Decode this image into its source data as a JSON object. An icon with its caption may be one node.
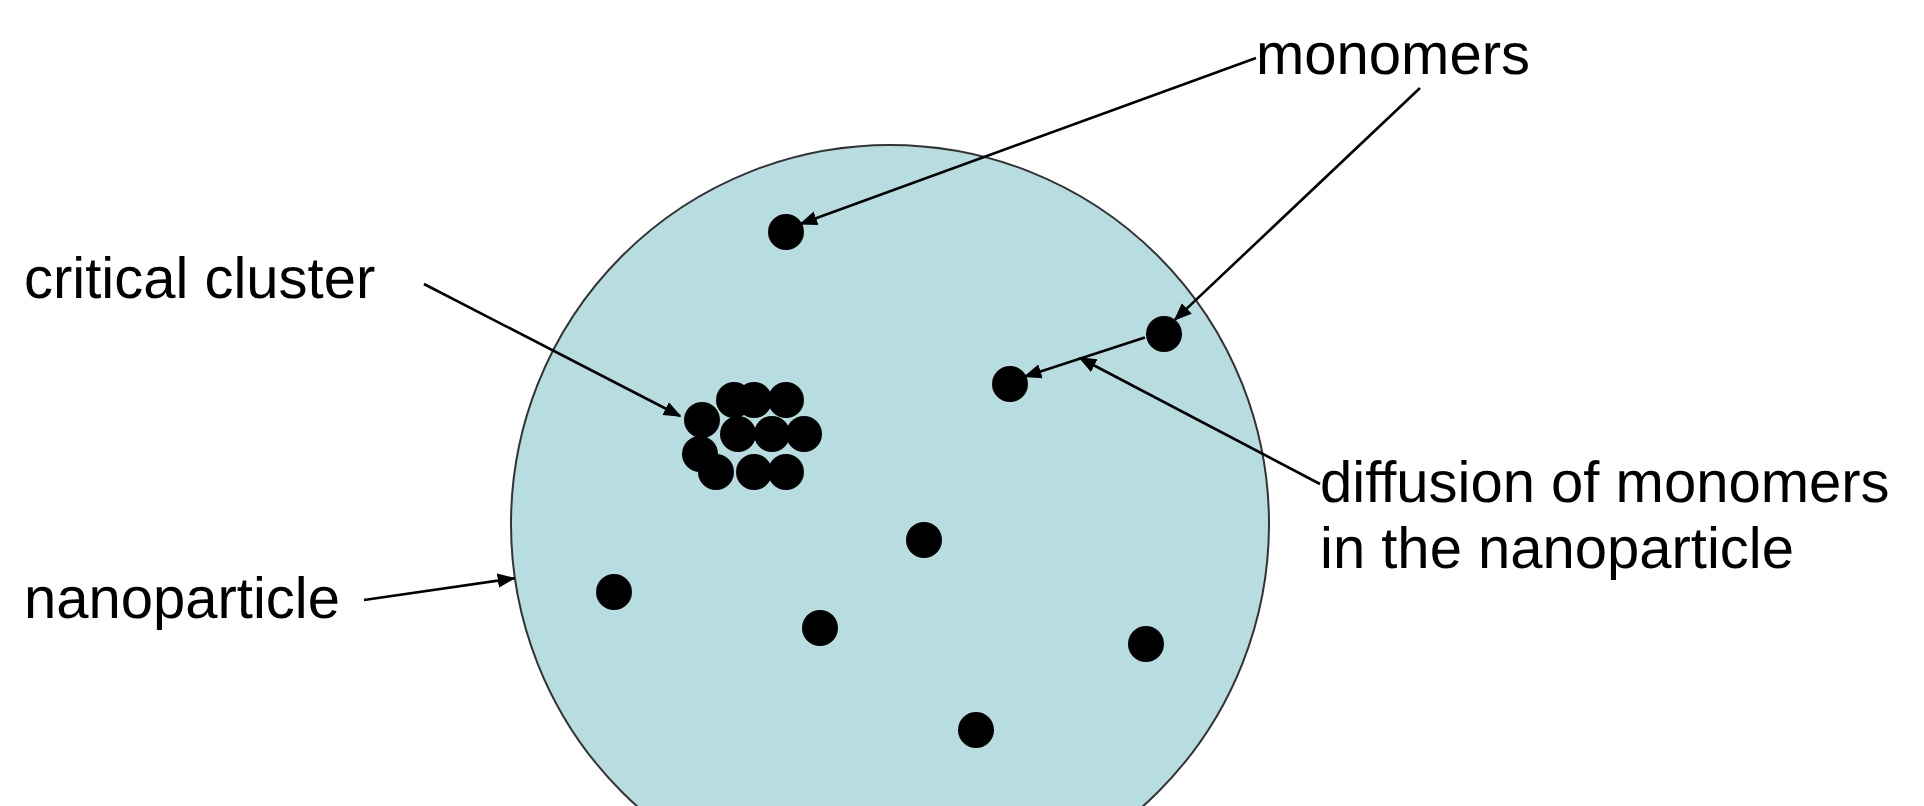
{
  "diagram": {
    "nodes": [
      {
        "text": [
          "monomers"
        ]
      },
      {
        "text": [],
        "shape": "circle"
      },
      {
        "text": [],
        "shape": "circle",
        "in": 1
      },
      {
        "text": [
          "critical cluster"
        ]
      },
      {
        "text": [],
        "shape": "circle",
        "in": 1
      },
      {
        "text": [],
        "shape": "circle",
        "in": 1
      },
      {
        "text": [],
        "shape": "cluster",
        "in": 1
      },
      {
        "text": [
          "diffusion of monomers in the nanoparticle"
        ]
      },
      {
        "text": [],
        "shape": "circle",
        "in": 1
      },
      {
        "text": [],
        "shape": "circle",
        "in": 1
      },
      {
        "text": [
          "nanoparticle"
        ]
      },
      {
        "text": [],
        "shape": "circle",
        "in": 1
      },
      {
        "text": [],
        "shape": "circle",
        "in": 1
      },
      {
        "text": [],
        "shape": "circle",
        "in": 1
      }
    ],
    "edges": [
      {
        "from": 0,
        "to": 2,
        "arrow": "to"
      },
      {
        "from": 0,
        "to": 4,
        "arrow": "to"
      },
      {
        "from": 3,
        "to": 6,
        "arrow": "to"
      },
      {
        "from": 10,
        "to": 1,
        "arrow": "to"
      },
      {
        "from": 4,
        "to": 5,
        "arrow": "to"
      },
      {
        "from": 7,
        "to": null,
        "arrow": "to"
      }
    ]
  }
}
